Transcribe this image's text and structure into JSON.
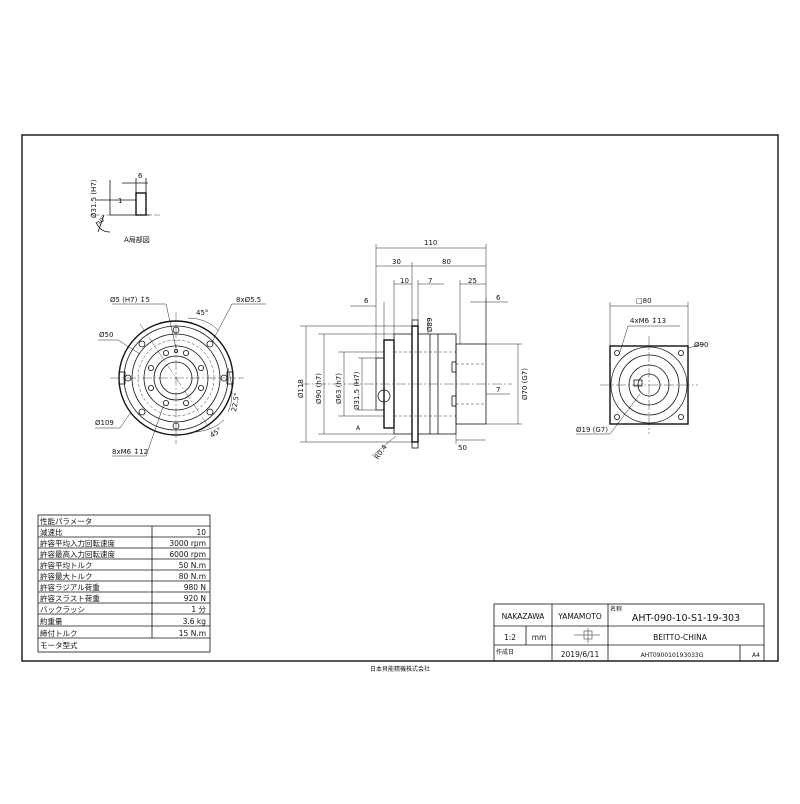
{
  "detail": {
    "label": "A局部図",
    "dim_6": "6",
    "dim_1": "1",
    "dim_dia": "Ø31.5 (H7)",
    "dim_angle": "30°"
  },
  "front_view": {
    "bolt_hole": "Ø5 (H7) ↧5",
    "hole_pattern": "8xØ5.5",
    "angle_45_top": "45°",
    "pcd_50": "Ø50",
    "pcd_109": "Ø109",
    "tapped": "8xM6 ↧12",
    "angle_225": "22.5°",
    "angle_45_bottom": "45°"
  },
  "side_view": {
    "d110": "110",
    "d30": "30",
    "d80": "80",
    "d10": "10",
    "d7a": "7",
    "d25": "25",
    "d6a": "6",
    "d6b": "6",
    "d89": "Ø89",
    "d118": "Ø118",
    "d90h7": "Ø90 (h7)",
    "d63h7": "Ø63 (h7)",
    "d315h7": "Ø31.5 (H7)",
    "d70g7": "Ø70 (G7)",
    "d7b": "7",
    "d50": "50",
    "r04": "R0.4",
    "marker": "A"
  },
  "motor_view": {
    "square": "□80",
    "tap": "4xM6 ↧13",
    "pcd": "Ø90",
    "bore": "Ø19 (G7)"
  },
  "spec_table": {
    "title": "性能パラメータ",
    "rows": [
      {
        "label": "減速比",
        "value": "10"
      },
      {
        "label": "許容平均入力回転速度",
        "value": "3000 rpm"
      },
      {
        "label": "許容最高入力回転速度",
        "value": "6000 rpm"
      },
      {
        "label": "許容平均トルク",
        "value": "50 N.m"
      },
      {
        "label": "許容最大トルク",
        "value": "80 N.m"
      },
      {
        "label": "許容ラジアル荷重",
        "value": "980 N"
      },
      {
        "label": "許容スラスト荷重",
        "value": "920 N"
      },
      {
        "label": "バックラッシ",
        "value": "1 分"
      },
      {
        "label": "約重量",
        "value": "3.6 kg"
      },
      {
        "label": "締付トルク",
        "value": "15 N.m"
      },
      {
        "label": "モータ型式",
        "value": ""
      }
    ]
  },
  "title_block": {
    "drawn_by": "NAKAZAWA",
    "checked_by": "YAMAMOTO",
    "name_label": "名称",
    "model": "AHT-090-10-S1-19-303",
    "scale": "1:2",
    "unit": "mm",
    "customer": "BEITTO-CHINA",
    "date_label": "作成日",
    "date": "2019/6/11",
    "drawing_no": "AHT090010193033G",
    "sheet": "A4"
  },
  "company": "日本貝能精機株式会社"
}
